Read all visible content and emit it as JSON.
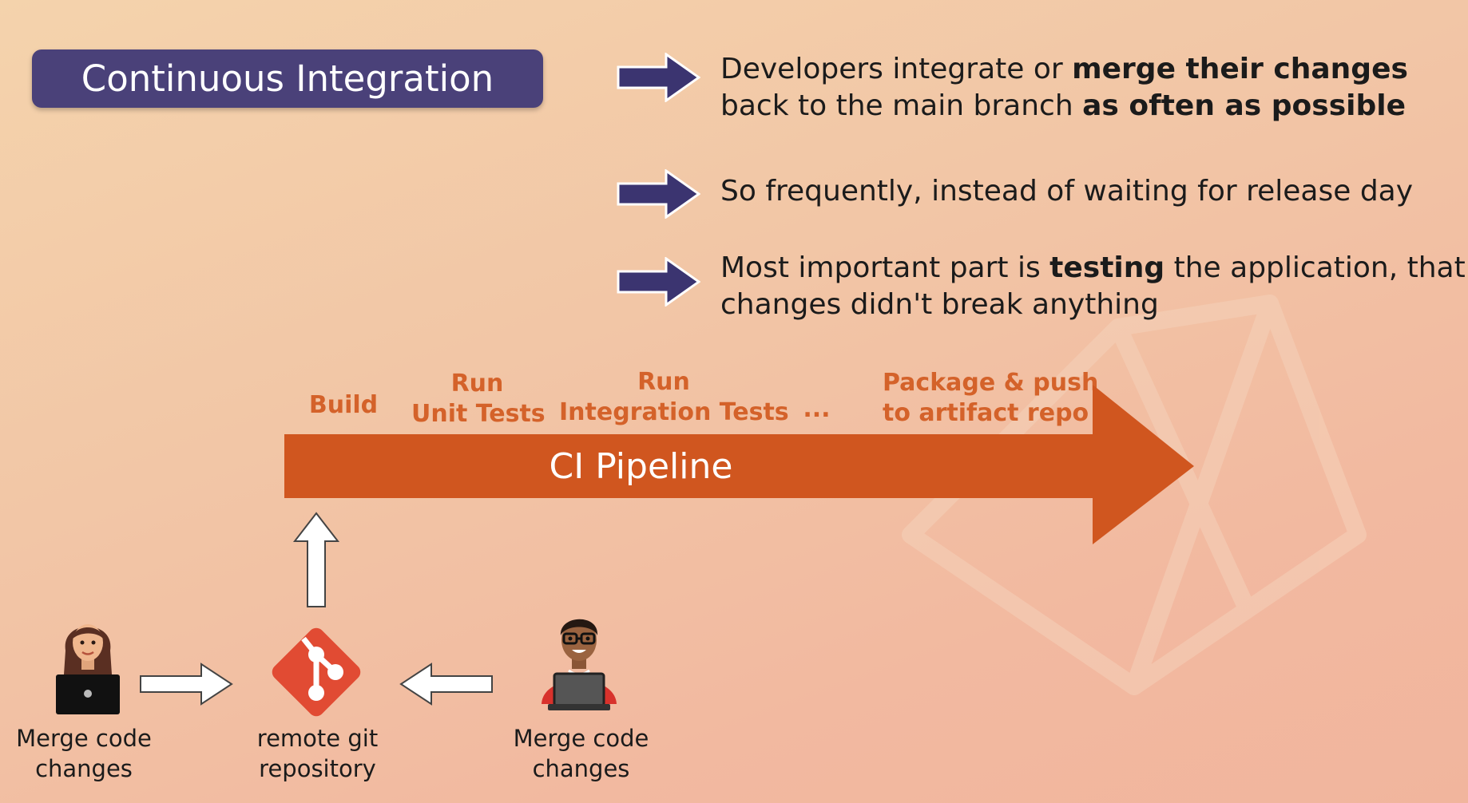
{
  "title": "Continuous Integration",
  "bullets": [
    {
      "line1": [
        "Developers integrate or ",
        "merge their changes"
      ],
      "line2": [
        "back to the main branch ",
        "as often as possible"
      ]
    },
    {
      "line1": [
        "So frequently, instead of waiting for release day"
      ]
    },
    {
      "line1": [
        "Most important part is ",
        "testing",
        " the application, that"
      ],
      "line2": [
        "changes didn't break anything"
      ]
    }
  ],
  "pipeline": {
    "label": "CI Pipeline",
    "stages": [
      {
        "line1": "Build"
      },
      {
        "line1": "Run",
        "line2": "Unit Tests"
      },
      {
        "line1": "Run",
        "line2": "Integration Tests"
      },
      {
        "line1": "..."
      },
      {
        "line1": "Package & push",
        "line2": "to artifact repo"
      }
    ]
  },
  "actors": {
    "left_developer": "Merge code changes",
    "repository": {
      "line1": "remote git",
      "line2": "repository"
    },
    "right_developer": {
      "line1": "Merge code",
      "line2": "changes"
    },
    "left_developer_lines": {
      "line1": "Merge code",
      "line2": "changes"
    }
  },
  "colors": {
    "title_bg": "#4a4179",
    "bullet_arrow": "#3b3470",
    "pipeline": "#d0561f",
    "stage_text": "#d4622a",
    "git_logo": "#e14b33"
  }
}
